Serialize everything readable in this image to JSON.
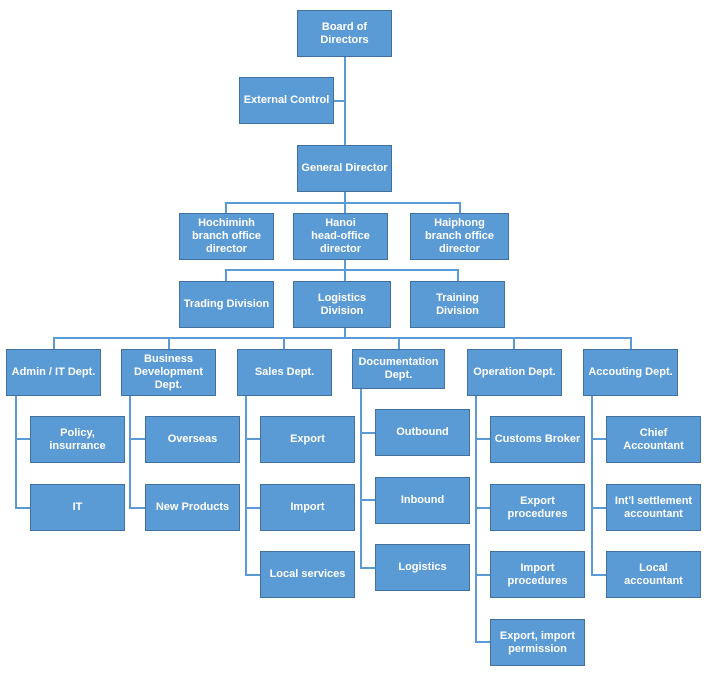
{
  "org": {
    "board": "Board of Directors",
    "external_control": "External Control",
    "general_director": "General Director",
    "hcm_director": "Hochiminh\nbranch office\ndirector",
    "hanoi_director": "Hanoi\nhead-office\ndirector",
    "haiphong_director": "Haiphong\nbranch office\ndirector",
    "trading_division": "Trading Division",
    "logistics_division": "Logistics Division",
    "training_division": "Training Division",
    "admin_it": "Admin / IT Dept.",
    "business_dev": "Business\nDevelopment\nDept.",
    "sales": "Sales Dept.",
    "documentation": "Documentation\nDept.",
    "operation": "Operation Dept.",
    "accounting": "Accouting Dept.",
    "policy": "Policy, insurrance",
    "it": "IT",
    "overseas": "Overseas",
    "new_products": "New Products",
    "export": "Export",
    "import": "Import",
    "local_services": "Local services",
    "outbound": "Outbound",
    "inbound": "Inbound",
    "logistics": "Logistics",
    "customs_broker": "Customs Broker",
    "export_procedures": "Export procedures",
    "import_procedures": "Import procedures",
    "export_import_permission": "Export, import\npermission",
    "chief_accountant": "Chief Accountant",
    "intl_settlement": "Int'l settlement\naccountant",
    "local_accountant": "Local accountant"
  }
}
